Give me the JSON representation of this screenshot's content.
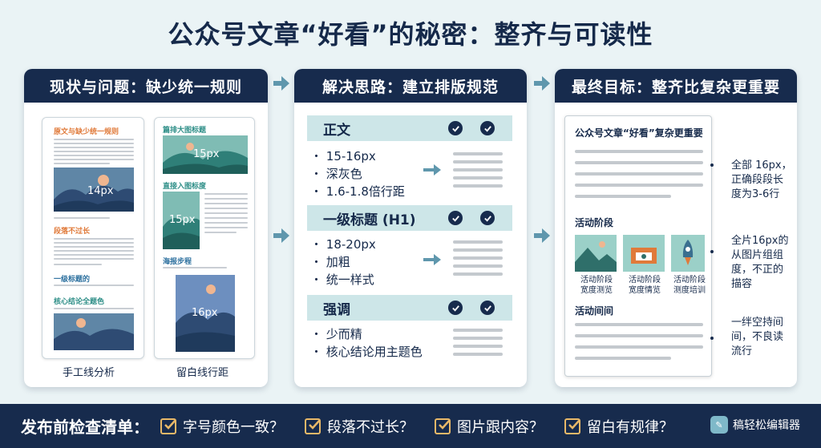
{
  "title": "公众号文章“好看”的秘密：整齐与可读性",
  "panels": [
    {
      "header": "现状与问题：缺少统一规则",
      "doc1": {
        "heading1": "原文与缺少统一规则",
        "img_label": "14px",
        "heading2": "段落不过长",
        "heading3": "一级标题的",
        "heading4": "核心结论全题色"
      },
      "doc2": {
        "heading1": "篇排大图标题",
        "img1_label": "15px",
        "heading2": "直接入图标度",
        "img2_label": "15px",
        "heading3": "海报步程",
        "img3_label": "16px"
      },
      "captions": [
        "手工线分析",
        "留白线行距"
      ]
    },
    {
      "header": "解决思路：建立排版规范",
      "sections": [
        {
          "label": "正文",
          "items": [
            "15-16px",
            "深灰色",
            "1.6-1.8倍行距"
          ]
        },
        {
          "label": "一级标题 (H1)",
          "items": [
            "18-20px",
            "加粗",
            "统一样式"
          ]
        },
        {
          "label": "强调",
          "items": [
            "少而精",
            "核心结论用主题色"
          ]
        }
      ]
    },
    {
      "header": "最终目标：整齐比复杂更重要",
      "card_title": "公众号文章“好看”复杂更重要",
      "section1": "活动阶段",
      "images": [
        {
          "caption": "活动阶段\n宽度测览"
        },
        {
          "caption": "活动阶段\n宽度情览"
        },
        {
          "caption": "活动阶段\n测度培训"
        }
      ],
      "section2": "活动间间",
      "notes": [
        "全部 16px，\n正确段段长\n度为3-6行",
        "全片16px的\n从图片组组\n度，不正的\n描容",
        "一绊空持间\n间，不良读\n流行"
      ]
    }
  ],
  "footer": {
    "title": "发布前检查清单：",
    "items": [
      "字号颜色一致？",
      "段落不过长？",
      "图片跟内容？",
      "留白有规律？"
    ],
    "brand": "稿轻松编辑器"
  },
  "colors": {
    "navy": "#172b4d",
    "band": "#cde6e8",
    "accent_orange": "#e07a3a",
    "accent_teal": "#2f8f88",
    "accent_blue": "#2b6f9e",
    "check_gold": "#e8b868"
  }
}
